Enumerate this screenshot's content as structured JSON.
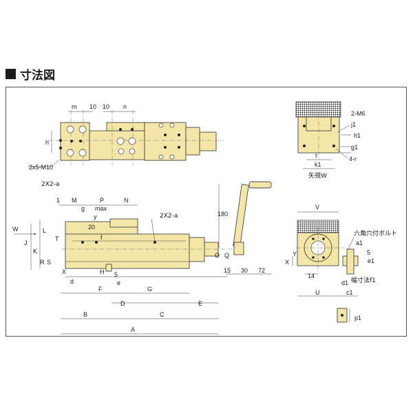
{
  "title": "寸法図",
  "labels": {
    "m": "m",
    "ten_a": "10",
    "ten_b": "10",
    "n": "n",
    "h": "h",
    "hole_callout": "2x5-M10",
    "two_m6": "2-M6",
    "j1": "j1",
    "h1": "h1",
    "g1": "g1",
    "t_top": "t",
    "four_r": "4-r",
    "k1": "k1",
    "view_w": "矢視W",
    "two_x2a_left": "2X2-a",
    "two_x2a_right": "2X2-a",
    "one": "1",
    "M": "M",
    "P": "P",
    "N": "N",
    "g": "g",
    "max": "max",
    "y": "y",
    "twenty": "20",
    "f": "f",
    "W": "W",
    "L": "L",
    "J": "J",
    "K": "K",
    "T": "T",
    "R": "R",
    "S": "S",
    "O": "O",
    "Q": "Q",
    "X": "X",
    "d": "d",
    "H": "H",
    "five": "5",
    "e": "e",
    "one_eighty": "180",
    "fifteen": "15",
    "thirty": "30",
    "seventy_two": "72",
    "F": "F",
    "G": "G",
    "D": "D",
    "E": "E",
    "B": "B",
    "C": "C",
    "A": "A",
    "V": "V",
    "bolt_note": "六角穴付ボルト",
    "a1": "a1",
    "five_r": "5",
    "e1": "e1",
    "X_r": "X",
    "Y_r": "Y",
    "fourteen": "14",
    "d1": "d1",
    "width_note": "幅寸法f1",
    "U": "U",
    "c1": "c1",
    "p1": "p1"
  }
}
